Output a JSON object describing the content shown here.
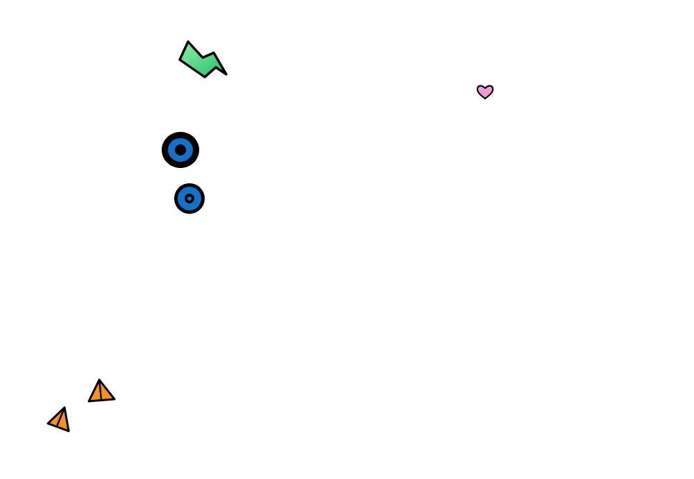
{
  "colors": {
    "background": "#ffffff",
    "outline": "#000000",
    "green_light": "#6fe39a",
    "green_dark": "#2fc56a",
    "blue": "#1372c7",
    "pink": "#f29bd8",
    "orange": "#f7911e"
  },
  "shapes": [
    {
      "name": "zigzag-shape",
      "color": "green"
    },
    {
      "name": "heart-shape",
      "color": "pink"
    },
    {
      "name": "large-ring-shape",
      "color": "blue"
    },
    {
      "name": "small-ring-shape",
      "color": "blue"
    },
    {
      "name": "triangle-shape",
      "color": "orange"
    },
    {
      "name": "triangle-shape",
      "color": "orange"
    }
  ]
}
